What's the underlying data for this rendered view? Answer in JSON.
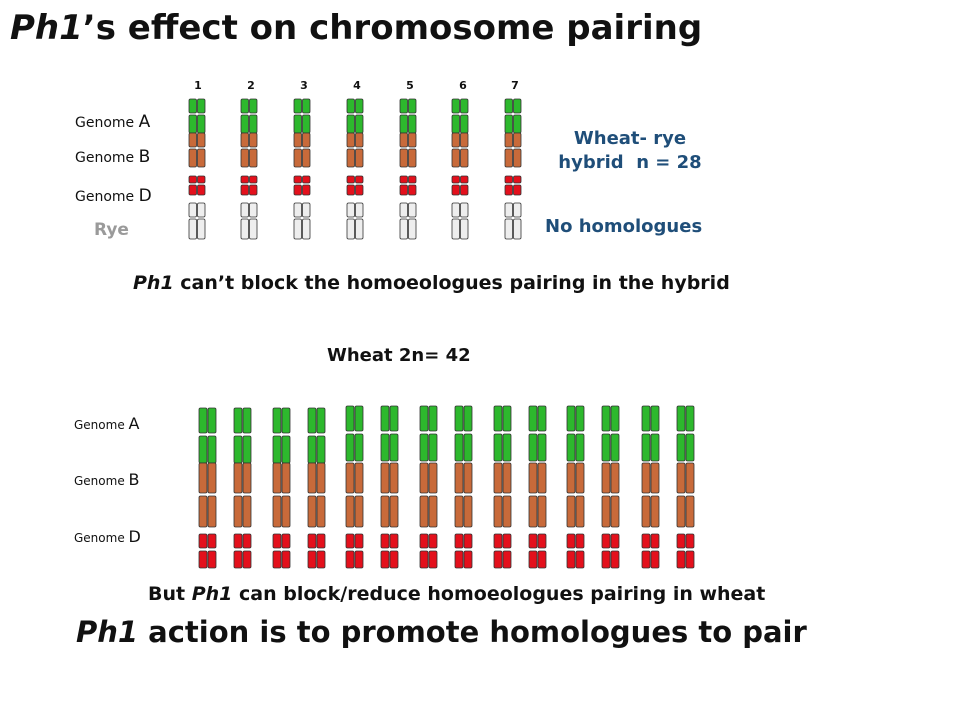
{
  "title": {
    "gene": "Ph1",
    "rest": "’s effect on chromosome pairing"
  },
  "numbers": [
    "1",
    "2",
    "3",
    "4",
    "5",
    "6",
    "7"
  ],
  "top_labels": [
    {
      "prefix": "Genome",
      "letter": "A"
    },
    {
      "prefix": "Genome",
      "letter": "B"
    },
    {
      "prefix": "Genome",
      "letter": "D"
    }
  ],
  "rye_label": "Rye",
  "hybrid_line1": "Wheat- rye",
  "hybrid_line2": "hybrid  n = 28",
  "no_homologues": "No homologues",
  "note1": {
    "gene": "Ph1",
    "rest": " can’t block the homoeologues pairing in the hybrid"
  },
  "wheat_label": "Wheat 2n= 42",
  "bottom_labels": [
    {
      "prefix": "Genome",
      "letter": "A"
    },
    {
      "prefix": "Genome",
      "letter": "B"
    },
    {
      "prefix": "Genome",
      "letter": "D"
    }
  ],
  "note2": {
    "pre": "But ",
    "gene": "Ph1",
    "rest": " can block/reduce homoeologues pairing in wheat"
  },
  "conclusion": {
    "gene": "Ph1",
    "rest": " action is to promote homologues to pair"
  },
  "colors": {
    "genome_a": "#2db82d",
    "genome_b": "#c86a3a",
    "genome_d": "#e3101c",
    "rye": "#eeeeee",
    "hybrid_text": "#1f4e79",
    "rye_label": "#9a9a9a"
  }
}
